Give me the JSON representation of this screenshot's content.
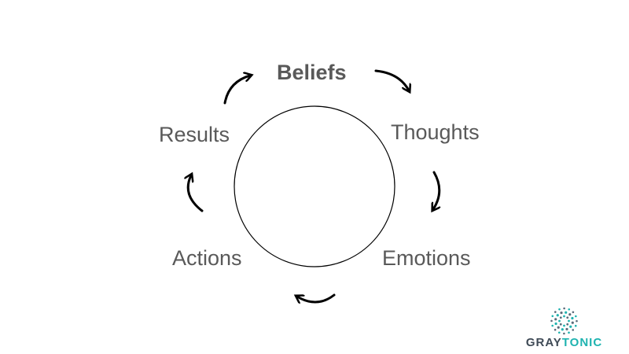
{
  "diagram": {
    "center_label": "",
    "stages": [
      {
        "id": "beliefs",
        "label": "Beliefs",
        "emphasis": true
      },
      {
        "id": "thoughts",
        "label": "Thoughts",
        "emphasis": false
      },
      {
        "id": "emotions",
        "label": "Emotions",
        "emphasis": false
      },
      {
        "id": "actions",
        "label": "Actions",
        "emphasis": false
      },
      {
        "id": "results",
        "label": "Results",
        "emphasis": false
      }
    ],
    "flow": "clockwise",
    "colors": {
      "text": "#595959",
      "arrows": "#000000",
      "circle": "#000000"
    }
  },
  "logo": {
    "part1": "GRAY",
    "part2": "TONIC",
    "colors": {
      "gray": "#3f4a56",
      "tonic": "#1fb3b0",
      "dots": [
        "#1fb3b0",
        "#5b6b7a"
      ]
    }
  }
}
